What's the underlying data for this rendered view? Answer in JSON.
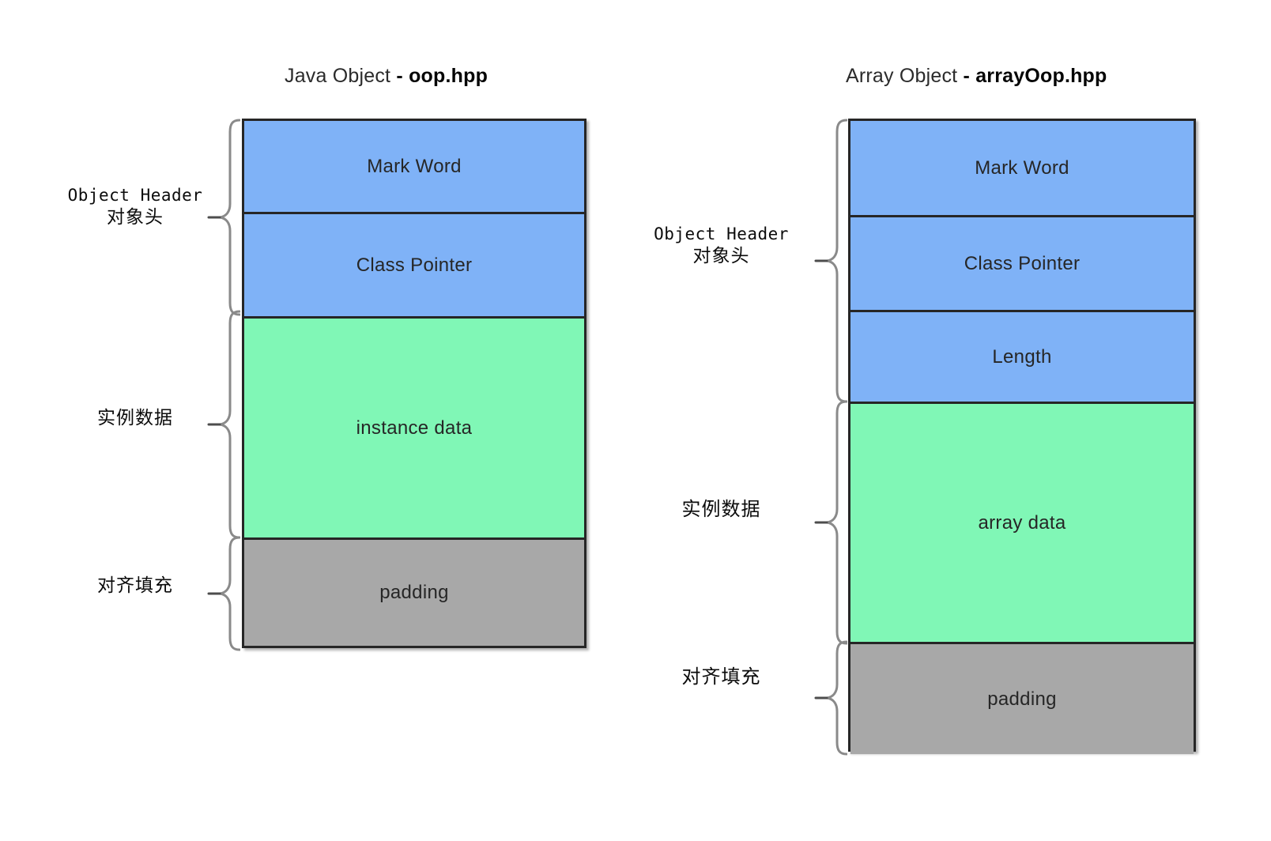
{
  "diagrams": [
    {
      "id": "java-object",
      "title": {
        "kind": "Java Object",
        "separator": "-",
        "file": "oop.hpp"
      },
      "groups": [
        {
          "en": "Object Header",
          "cn": "对象头"
        },
        {
          "en": "",
          "cn": "实例数据"
        },
        {
          "en": "",
          "cn": "对齐填充"
        }
      ],
      "segments": [
        {
          "label": "Mark Word",
          "region": "header",
          "color": "#7fb2f7"
        },
        {
          "label": "Class Pointer",
          "region": "header",
          "color": "#7fb2f7"
        },
        {
          "label": "instance data",
          "region": "data",
          "color": "#80f7b6"
        },
        {
          "label": "padding",
          "region": "padding",
          "color": "#a8a8a8"
        }
      ]
    },
    {
      "id": "array-object",
      "title": {
        "kind": "Array Object",
        "separator": "-",
        "file": "arrayOop.hpp"
      },
      "groups": [
        {
          "en": "Object Header",
          "cn": "对象头"
        },
        {
          "en": "",
          "cn": "实例数据"
        },
        {
          "en": "",
          "cn": "对齐填充"
        }
      ],
      "segments": [
        {
          "label": "Mark Word",
          "region": "header",
          "color": "#7fb2f7"
        },
        {
          "label": "Class Pointer",
          "region": "header",
          "color": "#7fb2f7"
        },
        {
          "label": "Length",
          "region": "header",
          "color": "#7fb2f7"
        },
        {
          "label": "array data",
          "region": "data",
          "color": "#80f7b6"
        },
        {
          "label": "padding",
          "region": "padding",
          "color": "#a8a8a8"
        }
      ]
    }
  ],
  "palette": {
    "header_blue": "#7fb2f7",
    "data_green": "#80f7b6",
    "padding_gray": "#a8a8a8",
    "outline": "#262626",
    "brace_gray": "#6b6b6b",
    "background": "#ffffff"
  }
}
